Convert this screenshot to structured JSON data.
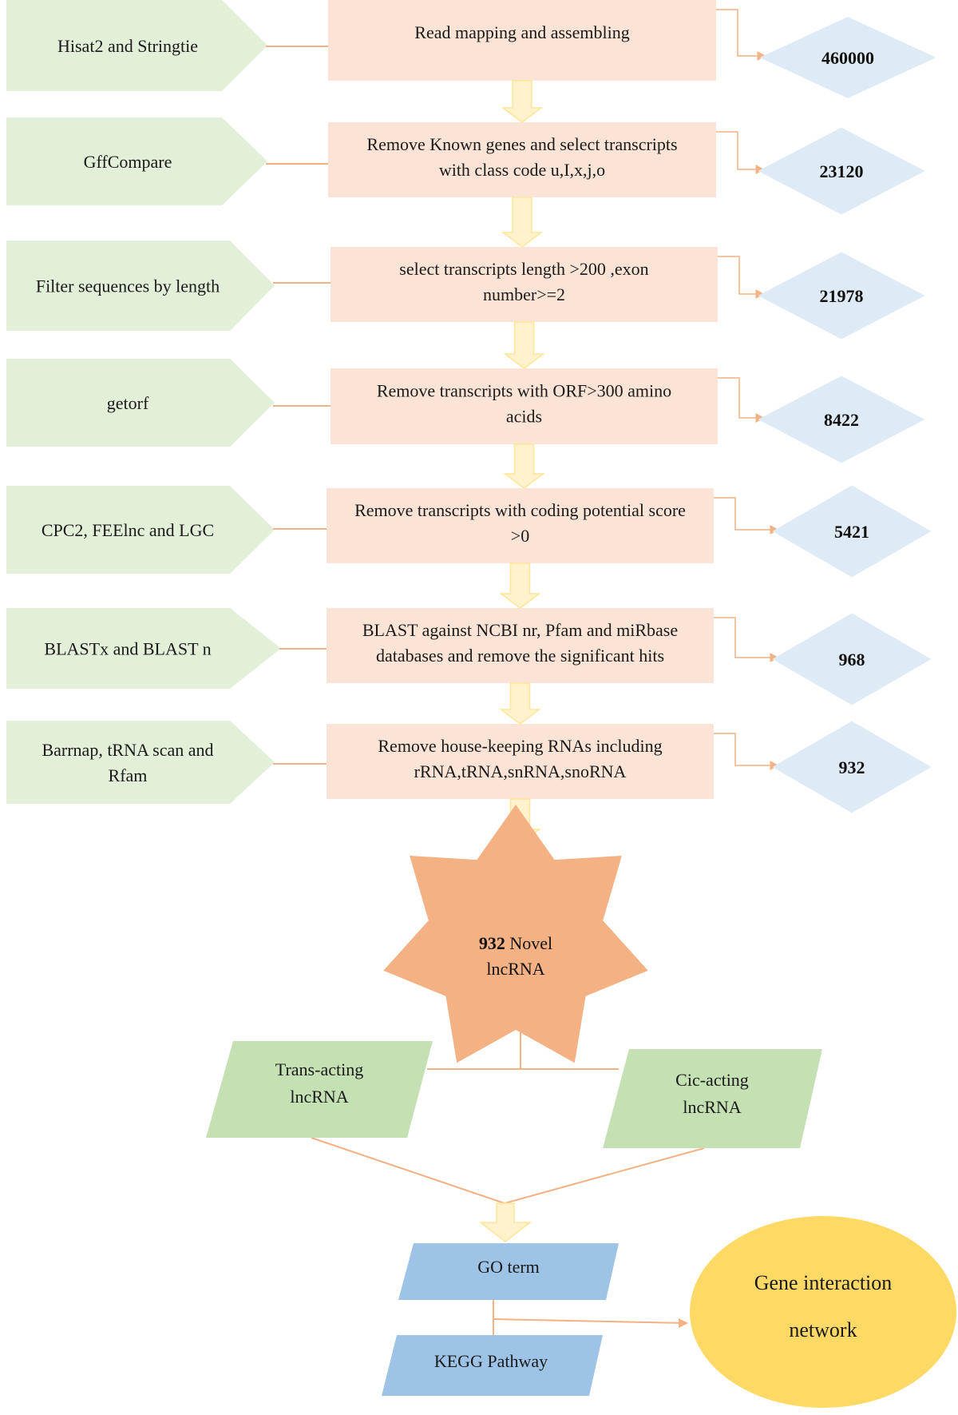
{
  "colors": {
    "tool_fill": "#e2efd9",
    "step_fill": "#fbe4d5",
    "count_fill": "#deebf6",
    "down_arrow_fill": "#fff2cc",
    "down_arrow_stroke": "#ffe699",
    "connector": "#f4b183",
    "star_fill": "#f4b183",
    "parallelogram_fill": "#c5e0b3",
    "pathway_fill": "#9dc3e6",
    "network_fill": "#ffd966"
  },
  "rows": [
    {
      "tool": [
        "Hisat2 and Stringtie"
      ],
      "step": [
        "Read mapping and assembling"
      ],
      "count": "460000"
    },
    {
      "tool": [
        "GffCompare"
      ],
      "step": [
        "Remove Known genes and select  transcripts",
        "with class code u,I,x,j,o"
      ],
      "count": "23120"
    },
    {
      "tool": [
        "Filter sequences by length"
      ],
      "step": [
        "select  transcripts length >200 ,exon",
        "number>=2"
      ],
      "count": "21978"
    },
    {
      "tool": [
        "getorf"
      ],
      "step": [
        "Remove transcripts with ORF>300 amino",
        "acids"
      ],
      "count": "8422"
    },
    {
      "tool": [
        "CPC2, FEElnc and LGC"
      ],
      "step": [
        "Remove transcripts with coding potential score",
        ">0"
      ],
      "count": "5421"
    },
    {
      "tool": [
        "BLASTx and BLAST n"
      ],
      "step": [
        "BLAST against NCBI nr, Pfam and miRbase",
        "databases and  remove the significant hits"
      ],
      "count": "968"
    },
    {
      "tool": [
        "Barrnap, tRNA scan and",
        "Rfam"
      ],
      "step": [
        "Remove house-keeping RNAs including",
        "rRNA,tRNA,snRNA,snoRNA"
      ],
      "count": "932"
    }
  ],
  "result": {
    "count": "932",
    "label_line1": "Novel",
    "label_line2": "lncRNA"
  },
  "branches": {
    "trans": [
      "Trans-acting",
      "lncRNA"
    ],
    "cis": [
      "Cic-acting",
      "lncRNA"
    ]
  },
  "analysis": {
    "go": "GO term",
    "kegg": "KEGG Pathway",
    "network": [
      "Gene interaction",
      "network"
    ]
  }
}
